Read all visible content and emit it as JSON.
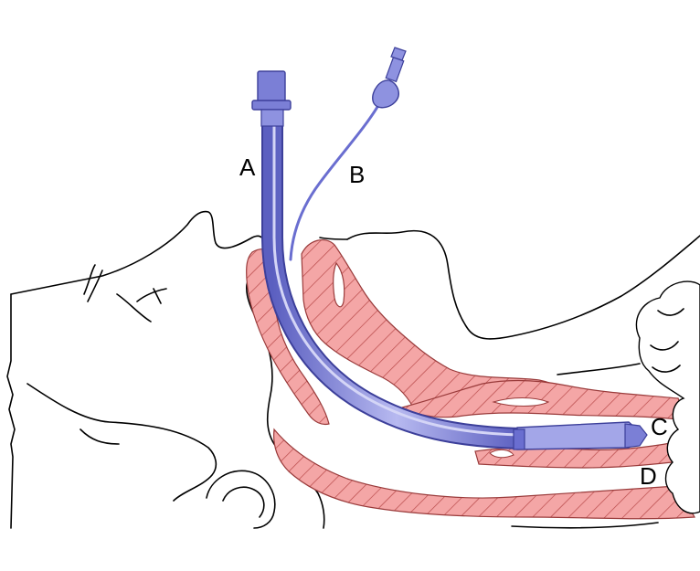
{
  "labels": {
    "a": "A",
    "b": "B",
    "c": "C",
    "d": "D"
  },
  "colors": {
    "tissue_fill": "#f4a6a6",
    "tissue_hatch": "#b84a4a",
    "tube": "#7b7fd6",
    "tube_dark": "#3c3f9a",
    "outline": "#000000"
  }
}
